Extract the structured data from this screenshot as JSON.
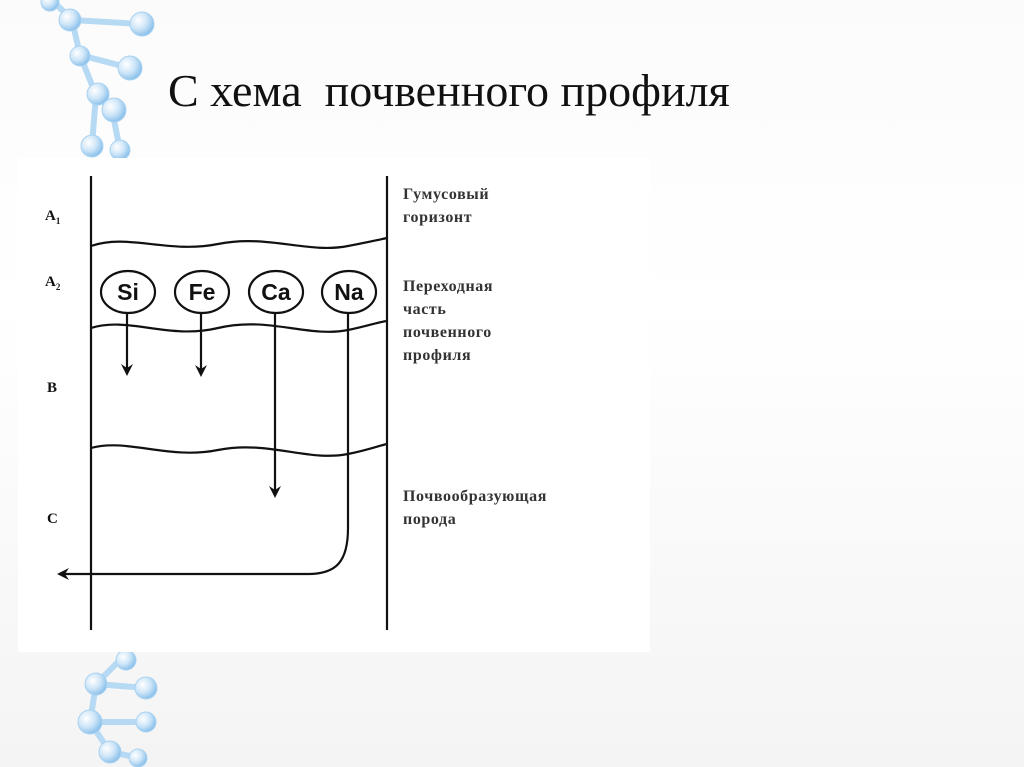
{
  "slide": {
    "title": "С хема  почвенного профиля"
  },
  "horizons": [
    {
      "code": "A",
      "sub": "1"
    },
    {
      "code": "A",
      "sub": "2"
    },
    {
      "code": "B",
      "sub": ""
    },
    {
      "code": "C",
      "sub": ""
    }
  ],
  "elements": [
    "Si",
    "Fe",
    "Ca",
    "Na"
  ],
  "descriptions": {
    "a1": [
      "Гумусовый",
      "горизонт"
    ],
    "a2": [
      "Переходная",
      "часть",
      "почвенного",
      "профиля"
    ],
    "c": [
      "Почвообразующая",
      "порода"
    ]
  },
  "colors": {
    "dna_light": "#cfe6f8",
    "dna_mid": "#8fc3ec",
    "line": "#111111"
  }
}
